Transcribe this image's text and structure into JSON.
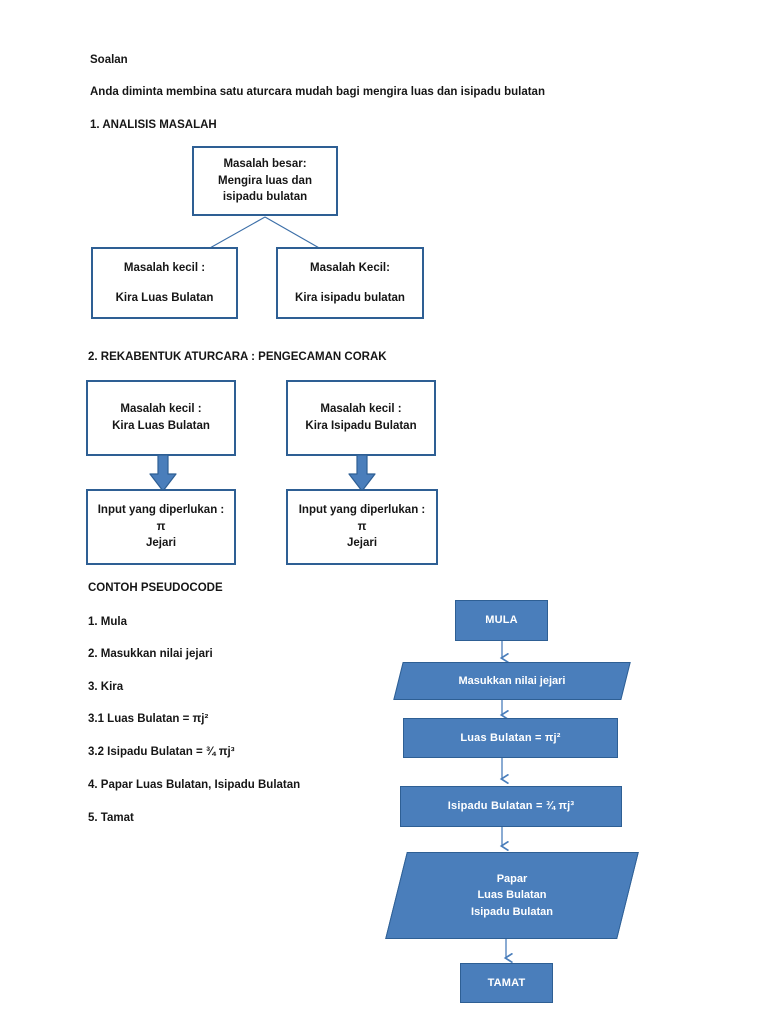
{
  "document": {
    "heading": "Soalan",
    "intro": "Anda diminta membina satu aturcara mudah bagi mengira luas dan isipadu bulatan",
    "section1_title": "1. ANALISIS MASALAH",
    "section2_title": "2. REKABENTUK ATURCARA : PENGECAMAN CORAK",
    "pseudocode_title": "CONTOH PSEUDOCODE"
  },
  "analysis": {
    "main_problem": {
      "line1": "Masalah besar:",
      "line2": "Mengira luas dan",
      "line3": "isipadu bulatan"
    },
    "sub_left": {
      "line1": "Masalah kecil :",
      "line2": "Kira Luas Bulatan"
    },
    "sub_right": {
      "line1": "Masalah Kecil:",
      "line2": "Kira  isipadu bulatan"
    }
  },
  "design": {
    "left_problem": {
      "line1": "Masalah kecil :",
      "line2": "Kira Luas Bulatan"
    },
    "right_problem": {
      "line1": "Masalah kecil :",
      "line2": "Kira Isipadu Bulatan"
    },
    "left_input": {
      "line1": "Input yang diperlukan :",
      "line2": "π",
      "line3": "Jejari"
    },
    "right_input": {
      "line1": "Input yang diperlukan :",
      "line2": "π",
      "line3": "Jejari"
    }
  },
  "pseudocode": {
    "steps": [
      "1. Mula",
      "2. Masukkan nilai jejari",
      "3. Kira",
      "3.1 Luas Bulatan = πj²",
      "3.2 Isipadu Bulatan = ¾ πj³",
      "4. Papar Luas Bulatan, Isipadu Bulatan",
      "5. Tamat"
    ]
  },
  "flowchart": {
    "start": "MULA",
    "input": "Masukkan nilai jejari",
    "process1": "Luas Bulatan = πj²",
    "process2": "Isipadu Bulatan = ¾ πj³",
    "output": {
      "line1": "Papar",
      "line2": "Luas Bulatan",
      "line3": "Isipadu Bulatan"
    },
    "end": "TAMAT"
  },
  "colors": {
    "shape_fill": "#4A7EBB",
    "shape_border": "#2E5F94",
    "text_dark": "#161616",
    "text_light": "#FFFFFF"
  }
}
